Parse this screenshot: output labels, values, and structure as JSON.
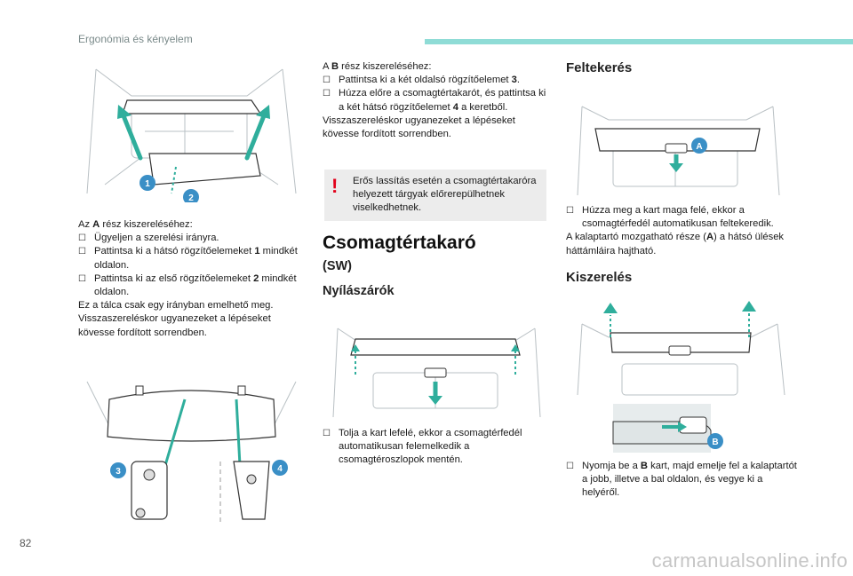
{
  "header": {
    "section_title": "Ergonómia és kényelem"
  },
  "page_number": "82",
  "watermark": "carmanualsonline.info",
  "col1": {
    "intro": [
      "Az ",
      "A",
      " rész kiszereléséhez:"
    ],
    "bullets": [
      [
        "Ügyeljen a szerelési irányra."
      ],
      [
        "Pattintsa ki a hátsó rögzítőelemeket ",
        "1",
        " mindkét oldalon."
      ],
      [
        "Pattintsa ki az első rögzítőelemeket ",
        "2",
        " mindkét oldalon."
      ]
    ],
    "para1": "Ez a tálca csak egy irányban emelhető meg.",
    "para2": "Visszaszereléskor ugyanezeket a lépéseket kövesse fordított sorrendben.",
    "fig1_callouts": [
      "1",
      "2"
    ],
    "fig2_callouts": [
      "3",
      "4"
    ]
  },
  "col2": {
    "intro": [
      "A ",
      "B",
      " rész kiszereléséhez:"
    ],
    "bullets": [
      [
        "Pattintsa ki a két oldalsó rögzítőelemet ",
        "3",
        "."
      ],
      [
        "Húzza előre a csomagtértakarót, és pattintsa ki a két hátsó rögzítőelemet ",
        "4",
        " a keretből."
      ]
    ],
    "para": "Visszaszereléskor ugyanezeket a lépéseket kövesse fordított sorrendben.",
    "warning_mark": "!",
    "warning": "Erős lassítás esetén a csomagtértakaróra helyezett tárgyak előrerepülhetnek viselkedhetnek.",
    "title": "Csomagtértakaró",
    "subtitle": "(SW)",
    "heading": "Nyílászárók",
    "bullet_open": "Tolja a kart lefelé, ekkor a csomagtérfedél automatikusan felemelkedik a csomagtéroszlopok mentén."
  },
  "col3": {
    "heading1": "Feltekerés",
    "fig_callout_a": "A",
    "bullet1": "Húzza meg a kart maga felé, ekkor a csomagtérfedél automatikusan feltekeredik.",
    "para": [
      "A kalaptartó mozgatható része (",
      "A",
      ") a hátsó ülések háttámláira hajtható."
    ],
    "heading2": "Kiszerelés",
    "fig_callout_b": "B",
    "bullet2": [
      "Nyomja be a ",
      "B",
      " kart, majd emelje fel a kalaptartót a jobb, illetve a bal oldalon, és vegye ki a helyéről."
    ]
  },
  "colors": {
    "accent": "#3a8fc6",
    "arrow": "#2fae9c",
    "header_bar": "#8fdcd6",
    "warning": "#e2001a"
  },
  "icons": {
    "bullet": "checkbox-bullet-icon",
    "warning": "warning-exclamation-icon"
  }
}
